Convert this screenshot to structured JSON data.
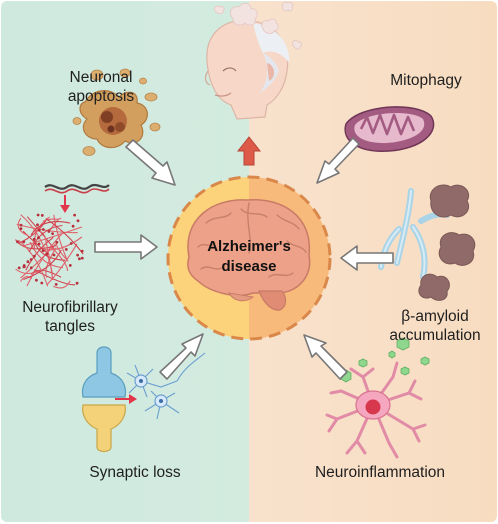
{
  "center": {
    "label": "Alzheimer's disease"
  },
  "factors": {
    "neuronal_apoptosis": "Neuronal apoptosis",
    "mitophagy": "Mitophagy",
    "neurofibrillary_tangles": "Neurofibrillary tangles",
    "beta_amyloid": "β-amyloid accumulation",
    "synaptic_loss": "Synaptic loss",
    "neuroinflammation": "Neuroinflammation"
  },
  "colors": {
    "left_background": "#cfe9df",
    "right_background": "#f8e2cd",
    "center_fill": "#fcd27a",
    "dashed_ring": "#d9884a",
    "brain": "#eda189",
    "up_arrow": "#dd5a48",
    "arrow_outline": "#777777"
  },
  "icons": [
    "head-icon",
    "mitochondrion-icon",
    "apoptotic-neuron-icon",
    "tangle-network-icon",
    "amyloid-plaque-icon",
    "synapse-icon",
    "microglia-icon",
    "brain-icon"
  ]
}
